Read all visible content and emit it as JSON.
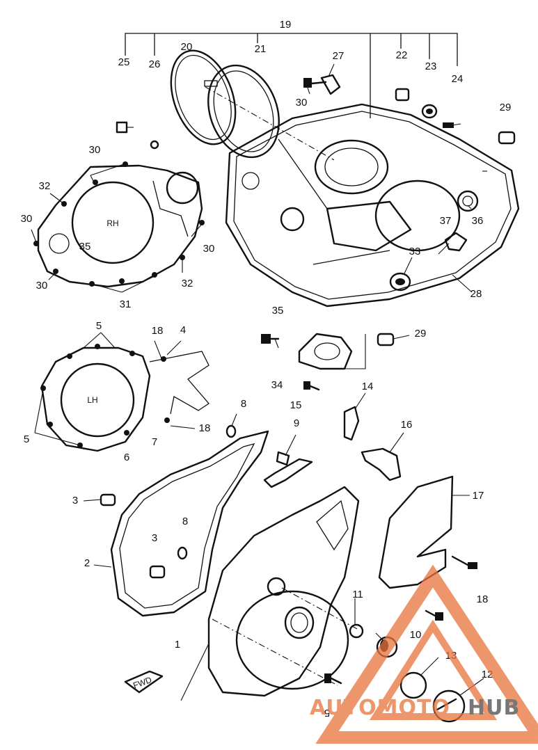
{
  "callouts": [
    {
      "n": "19"
    },
    {
      "n": "20"
    },
    {
      "n": "21"
    },
    {
      "n": "22"
    },
    {
      "n": "23"
    },
    {
      "n": "24"
    },
    {
      "n": "25"
    },
    {
      "n": "26"
    },
    {
      "n": "27"
    },
    {
      "n": "29"
    },
    {
      "n": "30"
    },
    {
      "n": "36"
    },
    {
      "n": "30"
    },
    {
      "n": "32"
    },
    {
      "n": "30"
    },
    {
      "n": "35"
    },
    {
      "n": "30"
    },
    {
      "n": "31"
    },
    {
      "n": "30"
    },
    {
      "n": "32"
    },
    {
      "n": "37"
    },
    {
      "n": "33"
    },
    {
      "n": "28"
    },
    {
      "n": "35"
    },
    {
      "n": "29"
    },
    {
      "n": "34"
    },
    {
      "n": "5"
    },
    {
      "n": "18"
    },
    {
      "n": "4"
    },
    {
      "n": "5"
    },
    {
      "n": "7"
    },
    {
      "n": "6"
    },
    {
      "n": "18"
    },
    {
      "n": "8"
    },
    {
      "n": "15"
    },
    {
      "n": "14"
    },
    {
      "n": "9"
    },
    {
      "n": "16"
    },
    {
      "n": "3"
    },
    {
      "n": "17"
    },
    {
      "n": "2"
    },
    {
      "n": "8"
    },
    {
      "n": "3"
    },
    {
      "n": "18"
    },
    {
      "n": "11"
    },
    {
      "n": "1"
    },
    {
      "n": "10"
    },
    {
      "n": "13"
    },
    {
      "n": "12"
    },
    {
      "n": "5"
    }
  ],
  "stamps": {
    "rh": "RH",
    "lh": "LH",
    "fwd": "FWD"
  },
  "watermark": {
    "text_part1": "AUTOMOTO",
    "text_part2": "HUB",
    "color_primary": "#e8743b",
    "color_secondary": "#4a4a4a"
  }
}
